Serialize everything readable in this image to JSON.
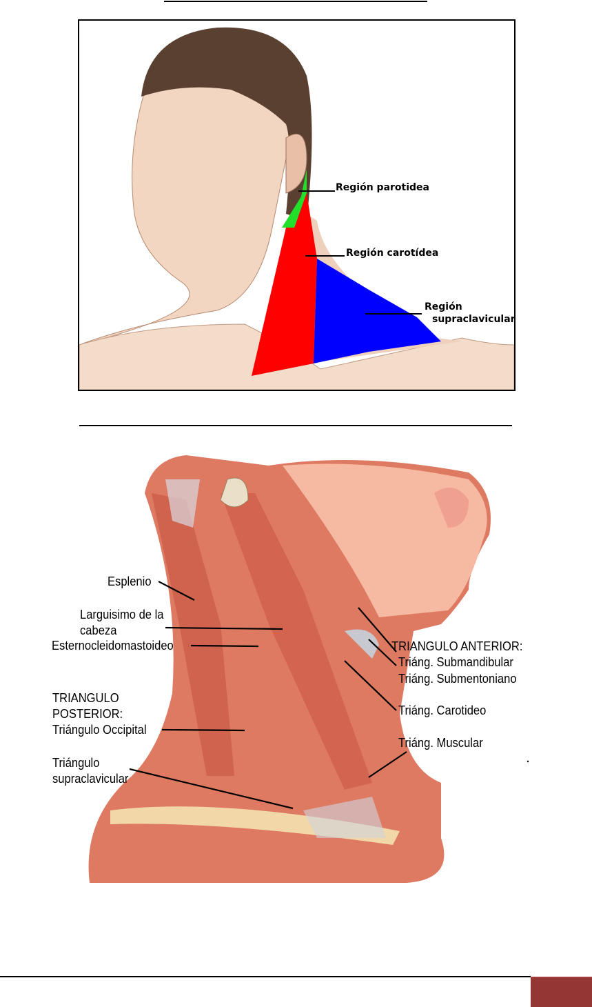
{
  "figure1": {
    "labels": {
      "parotid": "Región parotidea",
      "carotid": "Región carotídea",
      "supraclavicular_1": "Región",
      "supraclavicular_2": "supraclavicular"
    },
    "colors": {
      "parotid": "#22e02a",
      "carotid": "#ff0000",
      "supraclavicular": "#0000ff"
    }
  },
  "figure2": {
    "labels": {
      "esplenio": "Esplenio",
      "larguisimo_1": "Larguisimo de la",
      "larguisimo_2": "cabeza",
      "ecm": "Esternocleidomastoideo",
      "post_1": "TRIANGULO",
      "post_2": "POSTERIOR:",
      "occipital": "Triángulo Occipital",
      "supra_1": "Triángulo",
      "supra_2": "supraclavicular",
      "anterior": "TRIANGULO ANTERIOR:",
      "submandibular": "Triáng. Submandibular",
      "submentoniano": "Triáng. Submentoniano",
      "carotideo": "Triáng. Carotideo",
      "muscular": "Triáng. Muscular"
    }
  },
  "footer": {
    "accent": "#943634"
  }
}
